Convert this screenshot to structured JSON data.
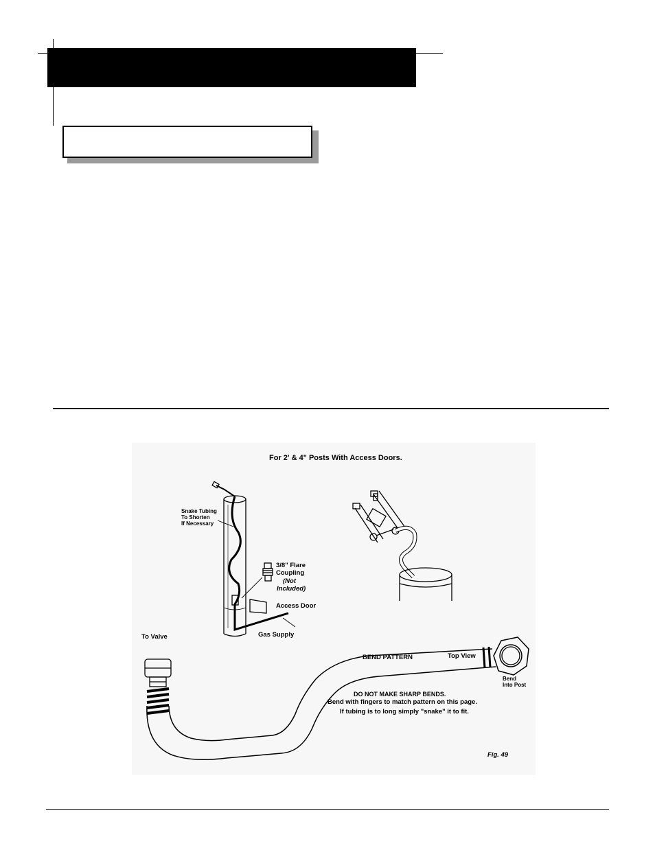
{
  "header": {
    "title": ""
  },
  "section_box": {
    "title": ""
  },
  "figure": {
    "heading": "For 2' & 4\" Posts With Access Doors.",
    "labels": {
      "snake_tubing": [
        "Snake Tubing",
        "To Shorten",
        "If Necessary"
      ],
      "flare_coupling": [
        "3/8\" Flare",
        "Coupling"
      ],
      "not_included": [
        "(Not",
        "Included)"
      ],
      "access_door": "Access Door",
      "gas_supply": "Gas Supply",
      "to_valve": "To Valve",
      "bend_pattern": "BEND PATTERN",
      "top_view": "Top View",
      "bend_into_post": [
        "Bend",
        "Into Post"
      ],
      "warning": "DO NOT MAKE SHARP BENDS.",
      "instruction_1": "Bend with fingers to match pattern on this page.",
      "instruction_2": "If tubing is to long simply \"snake\" it to fit.",
      "fig_number": "Fig. 49"
    }
  }
}
